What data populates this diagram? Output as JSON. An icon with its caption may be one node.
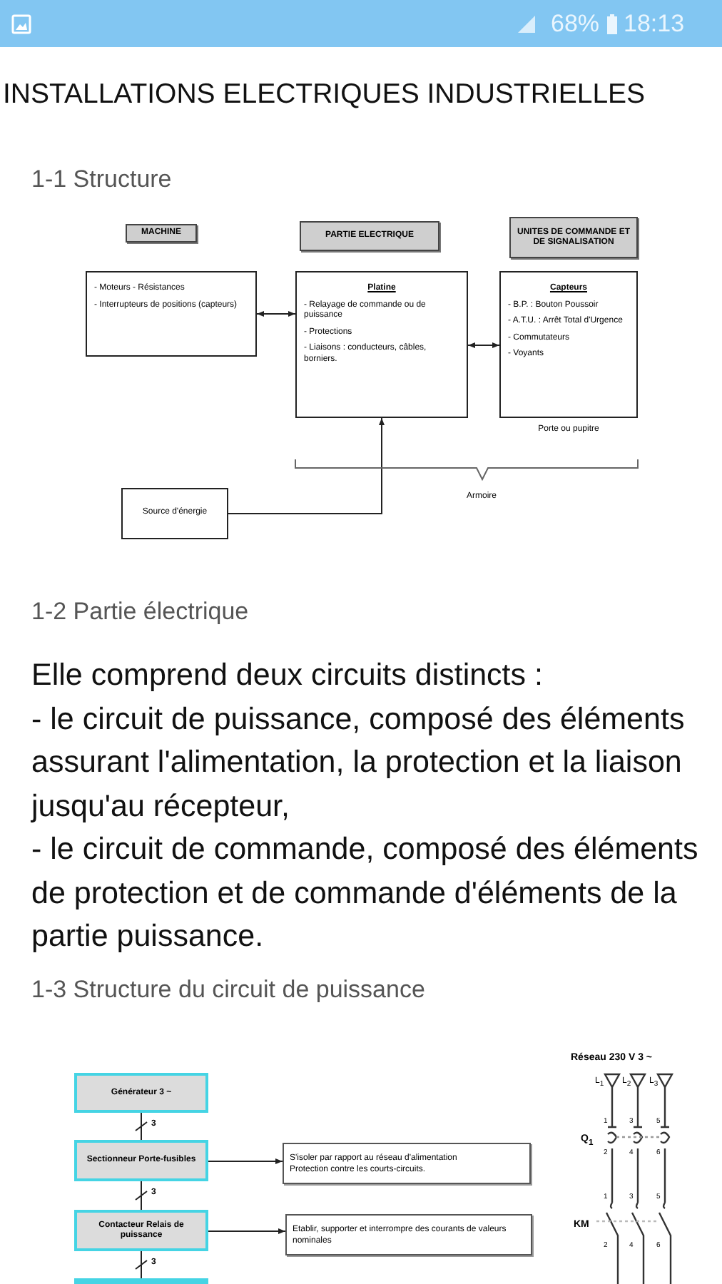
{
  "diagram": {
    "title": "INSTALLATIONS ELECTRIQUES INDUSTRIELLES",
    "nodes": [
      {
        "text": [
          "MACHINE"
        ]
      },
      {
        "text": [
          "PARTIE ELECTRIQUE"
        ]
      },
      {
        "text": [
          "UNITES DE COMMANDE ET DE SIGNALISATION"
        ]
      },
      {
        "text": [
          "- Moteurs - Résistances",
          "- Interrupteurs de positions (capteurs)"
        ]
      },
      {
        "text": [
          "Platine",
          "- Relayage de commande ou de puissance",
          "- Protections",
          "- Liaisons : conducteurs, câbles, borniers."
        ]
      },
      {
        "text": [
          "Capteurs",
          "- B.P. : Bouton Poussoir",
          "- A.T.U. : Arrêt Total d'Urgence",
          "- Commutateurs",
          "- Voyants"
        ],
        "beside": [
          "Porte ou pupitre"
        ]
      },
      {
        "text": [
          "Source d'énergie"
        ]
      },
      {
        "text": [
          "Générateur 3 ~"
        ]
      },
      {
        "text": [
          "Sectionneur Porte-fusibles"
        ]
      },
      {
        "text": [
          "Contacteur Relais de puissance"
        ]
      },
      {
        "text": [],
        "shape": "box"
      },
      {
        "text": [
          "S'isoler par rapport au réseau d'alimentation",
          "Protection contre les courts-circuits."
        ]
      },
      {
        "text": [
          "Etablir, supporter et interrompre des courants de valeurs nominales"
        ]
      }
    ],
    "edges": [
      {
        "from": 3,
        "to": 4,
        "arrow": "both"
      },
      {
        "from": 4,
        "to": 5,
        "arrow": "both"
      },
      {
        "from": 6,
        "to": 4,
        "arrow": "to"
      },
      {
        "from": 7,
        "to": 8,
        "arrow": "none",
        "label": "3"
      },
      {
        "from": 8,
        "to": 9,
        "arrow": "none",
        "label": "3"
      },
      {
        "from": 9,
        "to": 10,
        "arrow": "none",
        "label": "3"
      },
      {
        "from": 8,
        "to": 11,
        "arrow": "to"
      },
      {
        "from": 9,
        "to": 12,
        "arrow": "to"
      }
    ],
    "labels": [
      "68%",
      "18:13",
      "1-1 Structure",
      "Armoire",
      "1-2 Partie électrique",
      "Elle comprend deux circuits distincts :",
      "- le circuit de puissance, composé des éléments assurant l'alimentation, la protection et la liaison jusqu'au récepteur,",
      "- le circuit de commande, composé des éléments de protection et de commande d'éléments de la partie puissance.",
      "1-3 Structure du circuit de puissance",
      "Réseau 230 V 3 ~",
      "L$_{1}$",
      "L$_{2}$",
      "L$_{3}$",
      "1",
      "3",
      "5",
      "Q$_{1}$",
      "2",
      "4",
      "6",
      "1",
      "3",
      "5",
      "KM",
      "2",
      "4",
      "6"
    ]
  }
}
